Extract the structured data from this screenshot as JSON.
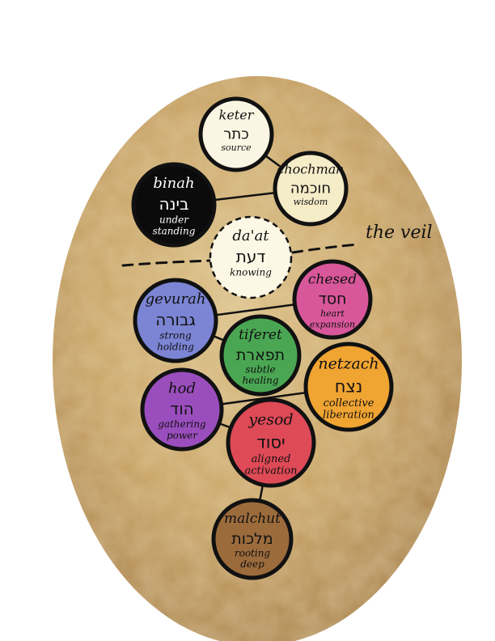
{
  "veil_label": "the veil",
  "colors": {
    "gold_light": "#d9bd85",
    "gold_mid": "#c49b5c",
    "gold_dark": "#a8814a",
    "outline": "#111111"
  },
  "nodes": {
    "keter": {
      "name": "keter",
      "hebrew": "כתר",
      "meaning": [
        "source"
      ],
      "fill": "#fbf6e3",
      "text_color": "#111111"
    },
    "chochmah": {
      "name": "chochmah",
      "hebrew": "חוכמה",
      "meaning": [
        "wisdom"
      ],
      "fill": "#f5ecc8",
      "text_color": "#111111"
    },
    "binah": {
      "name": "binah",
      "hebrew": "בינה",
      "meaning": [
        "under",
        "standing"
      ],
      "fill": "#0b0b0b",
      "text_color": "#ffffff"
    },
    "daat": {
      "name": "da'at",
      "hebrew": "דעת",
      "meaning": [
        "knowing"
      ],
      "fill": "#fdf8e6",
      "text_color": "#111111",
      "dashed": true
    },
    "chesed": {
      "name": "chesed",
      "hebrew": "חסד",
      "meaning": [
        "heart",
        "expansion"
      ],
      "fill": "#d8579b",
      "text_color": "#111111"
    },
    "gevurah": {
      "name": "gevurah",
      "hebrew": "גבורה",
      "meaning": [
        "strong",
        "holding"
      ],
      "fill": "#7b85d4",
      "text_color": "#111111"
    },
    "tiferet": {
      "name": "tiferet",
      "hebrew": "תפארת",
      "meaning": [
        "subtle",
        "healing"
      ],
      "fill": "#4aa653",
      "text_color": "#111111"
    },
    "netzach": {
      "name": "netzach",
      "hebrew": "נצח",
      "meaning": [
        "collective",
        "liberation"
      ],
      "fill": "#f0a432",
      "text_color": "#111111"
    },
    "hod": {
      "name": "hod",
      "hebrew": "הוד",
      "meaning": [
        "gathering",
        "power"
      ],
      "fill": "#9a4ebd",
      "text_color": "#111111"
    },
    "yesod": {
      "name": "yesod",
      "hebrew": "יסוד",
      "meaning": [
        "aligned",
        "activation"
      ],
      "fill": "#df4a57",
      "text_color": "#111111"
    },
    "malchut": {
      "name": "malchut",
      "hebrew": "מלכות",
      "meaning": [
        "rooting",
        "deep"
      ],
      "fill": "#9c6b3c",
      "text_color": "#111111"
    }
  },
  "edges": [
    [
      "keter",
      "chochmah"
    ],
    [
      "binah",
      "chochmah"
    ],
    [
      "gevurah",
      "chesed"
    ],
    [
      "gevurah",
      "tiferet"
    ],
    [
      "hod",
      "netzach"
    ],
    [
      "hod",
      "yesod"
    ],
    [
      "yesod",
      "malchut"
    ]
  ]
}
